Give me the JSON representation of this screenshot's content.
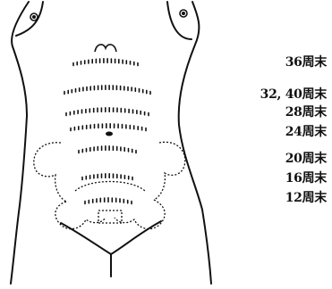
{
  "figure": {
    "labels": [
      "36周末",
      "32, 40周末",
      "28周末",
      "24周末",
      "20周末",
      "16周末",
      "12周末"
    ]
  }
}
